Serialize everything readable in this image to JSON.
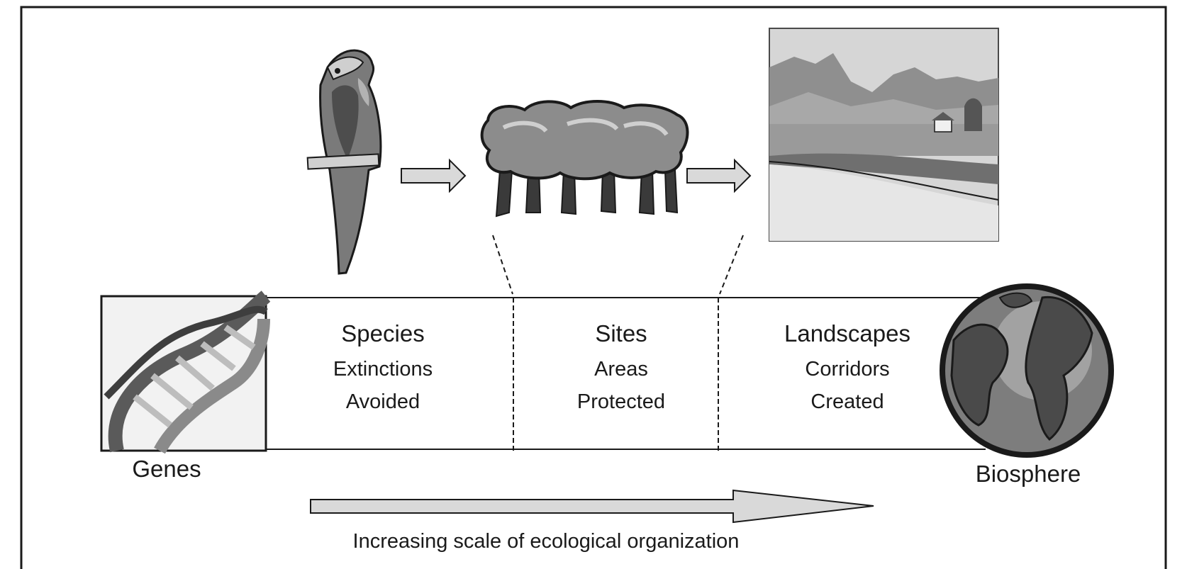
{
  "levels": [
    {
      "title": "Species",
      "line1": "Extinctions",
      "line2": "Avoided"
    },
    {
      "title": "Sites",
      "line1": "Areas",
      "line2": "Protected"
    },
    {
      "title": "Landscapes",
      "line1": "Corridors",
      "line2": "Created"
    }
  ],
  "ends": {
    "left": "Genes",
    "right": "Biosphere"
  },
  "caption": "Increasing scale of ecological organization",
  "icons": [
    "parrot-icon",
    "forest-icon",
    "landscape-icon",
    "dna-icon",
    "globe-icon"
  ],
  "colors": {
    "frame": "#1a1a1a",
    "arrow_fill": "#d9d9d9"
  }
}
